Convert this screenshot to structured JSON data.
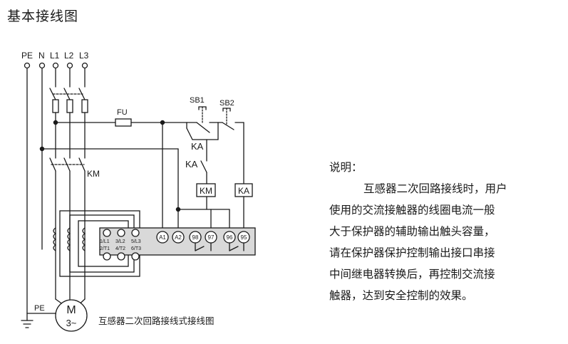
{
  "title": "基本接线图",
  "diagram": {
    "terminals": [
      "PE",
      "N",
      "L1",
      "L2",
      "L3"
    ],
    "fuse_label": "FU",
    "sb1_label": "SB1",
    "sb2_label": "SB2",
    "ka_contact_label": "KA",
    "ka_contact2_label": "KA",
    "km_contact_label": "KM",
    "km_coil_label": "KM",
    "ka_coil_label": "KA",
    "protector_terminals_top": [
      "1/L1",
      "3/L2",
      "5/L3"
    ],
    "protector_terminals_bottom": [
      "2/T1",
      "4/T2",
      "6/T3"
    ],
    "protector_terminals": [
      "A1",
      "A2",
      "98",
      "97",
      "96",
      "95"
    ],
    "pe_label": "PE",
    "motor_label": "M",
    "motor_sub_label": "3~",
    "caption": "互感器二次回路接线式接线图"
  },
  "explanation": {
    "heading": "说明：",
    "lines": [
      "互感器二次回路接线时，用户",
      "使用的交流接触器的线圈电流一般",
      "大于保护器的辅助输出触头容量，",
      "请在保护器保护控制输出接口串接",
      "中间继电器转换后，再控制交流接",
      "触器，达到安全控制的效果。"
    ]
  }
}
